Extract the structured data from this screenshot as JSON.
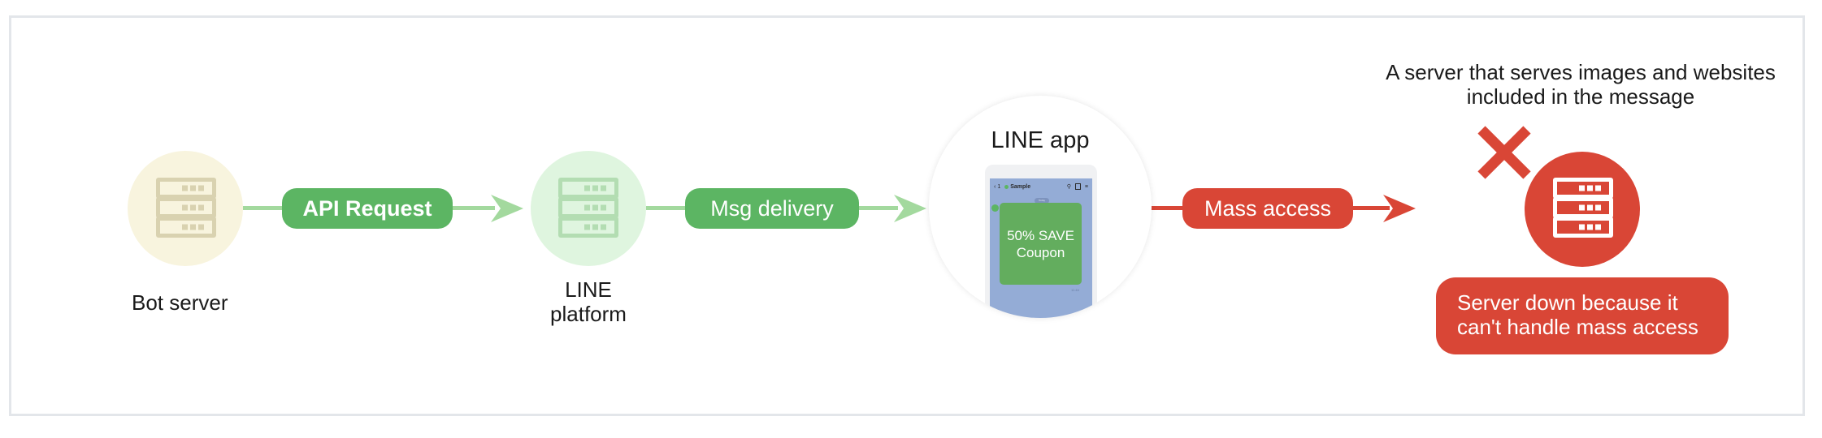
{
  "colors": {
    "green_pill": "#5cb563",
    "green_line": "#a3d99e",
    "bot_circle": "#f8f4de",
    "bot_icon": "#d9d2b0",
    "platform_circle": "#dff5df",
    "platform_icon": "#b3ddb2",
    "red": "#d94636",
    "frame_border": "#e3e6ea",
    "phone_screen": "#94acd6",
    "bubble": "#63ad5e"
  },
  "nodes": {
    "bot_server": {
      "label": "Bot server",
      "icon": "server-icon"
    },
    "line_platform": {
      "label_line1": "LINE",
      "label_line2": "platform",
      "icon": "server-icon"
    },
    "line_app": {
      "label": "LINE app",
      "phone": {
        "back_label": "1",
        "chat_name": "Sample",
        "header_icons": [
          "search-icon",
          "note-icon",
          "menu-icon"
        ],
        "date_badge": "Today",
        "message_line1": "50% SAVE",
        "message_line2": "Coupon",
        "timestamp": "11:48"
      }
    },
    "content_server": {
      "caption_line1": "A server that serves images and websites",
      "caption_line2": "included in the message",
      "status_icon": "x-mark-icon",
      "icon": "server-icon",
      "status_line1": "Server down because it",
      "status_line2": "can't handle mass access"
    }
  },
  "edges": [
    {
      "from": "bot_server",
      "to": "line_platform",
      "label": "API Request"
    },
    {
      "from": "line_platform",
      "to": "line_app",
      "label": "Msg delivery"
    },
    {
      "from": "line_app",
      "to": "content_server",
      "label": "Mass access"
    }
  ]
}
